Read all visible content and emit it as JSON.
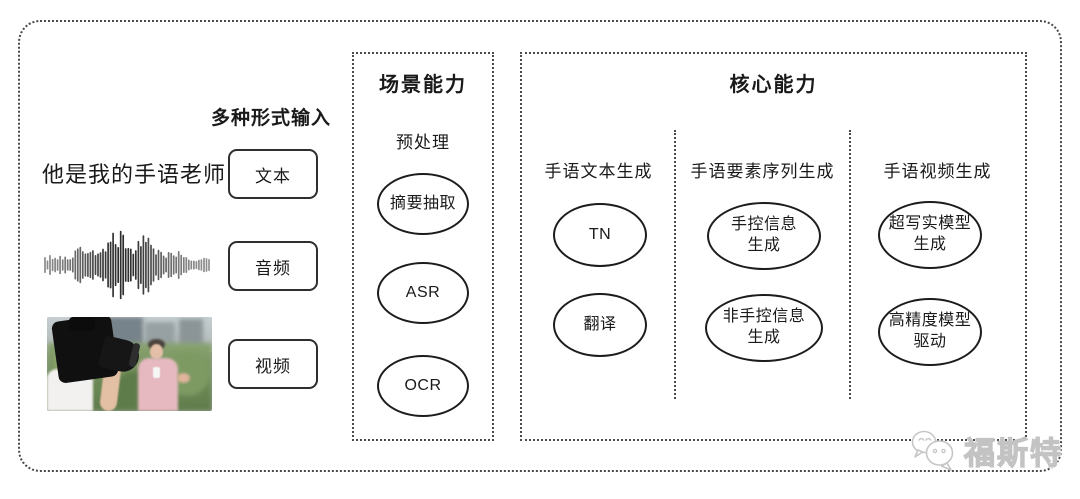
{
  "input": {
    "title": "多种形式输入",
    "text_sample": "他是我的手语老师",
    "boxes": [
      {
        "label": "文本"
      },
      {
        "label": "音频"
      },
      {
        "label": "视频"
      }
    ],
    "waveform_icon": "audio-waveform-icon",
    "photo_icon": "reporter-filming-photo"
  },
  "scene": {
    "title": "场景能力",
    "label": "预处理",
    "nodes": [
      "摘要抽取",
      "ASR",
      "OCR"
    ]
  },
  "core": {
    "title": "核心能力",
    "columns": [
      {
        "header": "手语文本生成",
        "nodes": [
          "TN",
          "翻译"
        ]
      },
      {
        "header": "手语要素序列生成",
        "nodes": [
          "手控信息\n生成",
          "非手控信息\n生成"
        ]
      },
      {
        "header": "手语视频生成",
        "nodes": [
          "超写实模型\n生成",
          "高精度模型\n驱动"
        ]
      }
    ]
  },
  "watermark": {
    "label": "福斯特",
    "icon": "wechat-icon",
    "color": "#c9c9c9"
  }
}
